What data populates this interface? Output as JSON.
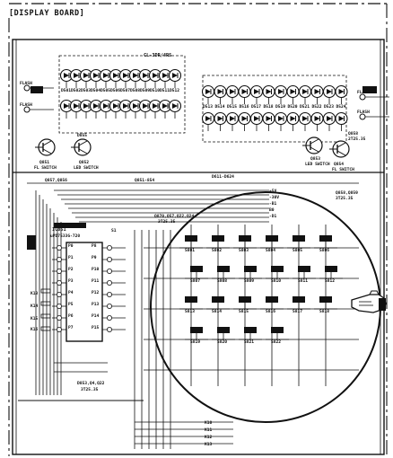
{
  "board_title": "[DISPLAY BOARD]",
  "led_array": {
    "header": "CL-3DR/4RS",
    "top_row": [
      "D501",
      "D502",
      "D503",
      "D504",
      "D505",
      "D506",
      "D507",
      "D508",
      "D509",
      "D510",
      "D511",
      "D512"
    ],
    "bottom_row": [
      "D513",
      "D514",
      "D515",
      "D516",
      "D517",
      "D518",
      "D519",
      "D520",
      "D521",
      "D522",
      "D523",
      "D524"
    ]
  },
  "left_section": {
    "indicators": [
      "FLASH",
      "FLASH"
    ],
    "transistor_left": "Q851",
    "transistor_left_label": "FL SWITCH",
    "transistor_right": "Q852",
    "transistor_right_label": "LED SWITCH",
    "diode": "D855"
  },
  "right_section": {
    "indicators": [
      "FLASH",
      "FLASH"
    ],
    "transistor_left": "Q853",
    "transistor_left_label": "LED SWITCH",
    "transistor_right": "Q854",
    "transistor_right_label": "FL SWITCH",
    "part_label": "Q858",
    "part_number": "2T25.35"
  },
  "controller": {
    "name": "IC851",
    "part_number": "uPD7533G-720",
    "pin_labels": [
      "P0",
      "P1",
      "P2",
      "P3",
      "P4",
      "P5",
      "P6",
      "P7",
      "P8",
      "P9",
      "P10",
      "P11",
      "P12",
      "P13",
      "P14",
      "P15"
    ],
    "key_labels": [
      "K13",
      "K14",
      "K15",
      "K16"
    ],
    "bottom_label": "D853,Q4,Q22",
    "bottom_part": "3T25.35"
  },
  "bus_labels": {
    "top": [
      "Q857,Q856",
      "Q851-854",
      "D611-D624"
    ],
    "right_top": "Q858,Q859",
    "right_top_part": "3T25.35",
    "mid": "Q870,Q57,Q22,Q24",
    "mid_part": "3T25.35",
    "signals": [
      "+5V",
      "-30V",
      "-B1",
      "B0",
      "-D1",
      "S1"
    ],
    "bottom_keys": [
      "K10",
      "K11",
      "K12",
      "K13"
    ]
  },
  "keypad": {
    "switches": [
      "S801",
      "S802",
      "S803",
      "S804",
      "S805",
      "S806",
      "S807",
      "S808",
      "S809",
      "S810",
      "S811",
      "S812",
      "S813",
      "S814",
      "S815",
      "S816",
      "S817",
      "S818",
      "S819",
      "S820",
      "S821",
      "S822"
    ]
  },
  "annotations": {
    "highlight": "key-matrix-circle",
    "pointer": "pointing-hand-icon"
  },
  "colors": {
    "ink": "#111111",
    "paper": "#ffffff"
  }
}
